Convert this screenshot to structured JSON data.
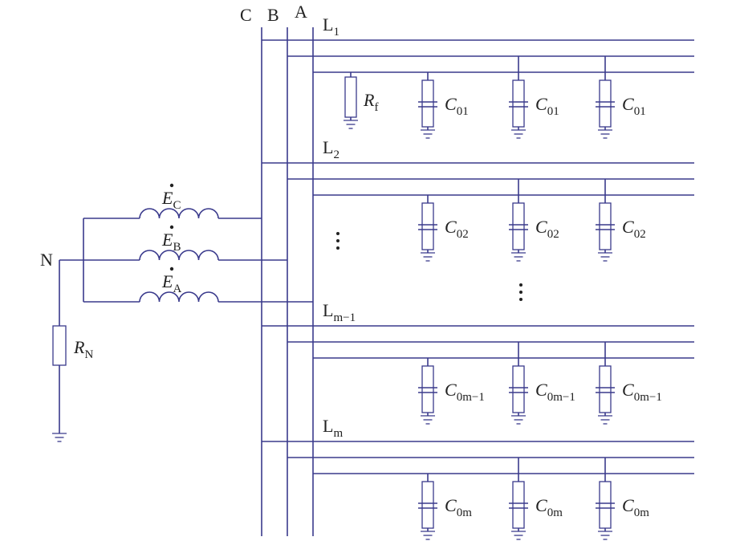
{
  "diagram": {
    "neutral": "N",
    "ground_resistor": {
      "symbol": "R",
      "subscript": "N"
    },
    "fault_resistor": {
      "symbol": "R",
      "subscript": "f"
    },
    "phases": [
      {
        "bus": "C",
        "emf_symbol": "E",
        "emf_subscript": "C"
      },
      {
        "bus": "B",
        "emf_symbol": "E",
        "emf_subscript": "B"
      },
      {
        "bus": "A",
        "emf_symbol": "E",
        "emf_subscript": "A"
      }
    ],
    "lines": [
      {
        "name": "L",
        "sub": "1",
        "cap_symbol": "C",
        "cap_sub": "01",
        "cap_count": 3
      },
      {
        "name": "L",
        "sub": "2",
        "cap_symbol": "C",
        "cap_sub": "02",
        "cap_count": 3
      },
      {
        "name": "L",
        "sub": "m−1",
        "cap_symbol": "C",
        "cap_sub": "0m−1",
        "cap_count": 3
      },
      {
        "name": "L",
        "sub": "m",
        "cap_symbol": "C",
        "cap_sub": "0m",
        "cap_count": 3
      }
    ],
    "ellipsis": "⋮"
  }
}
